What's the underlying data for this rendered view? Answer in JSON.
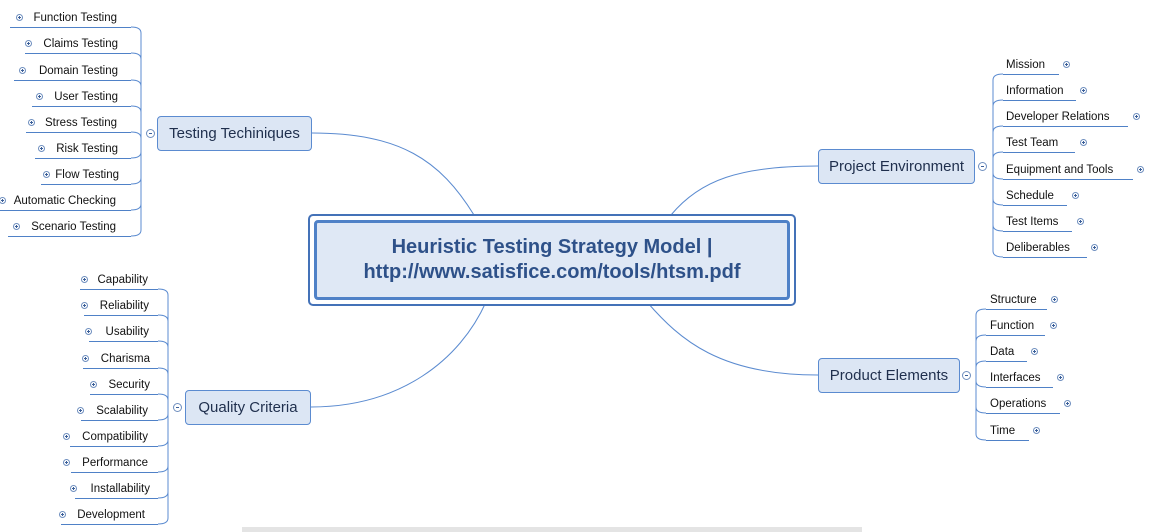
{
  "central_topic": "Heuristic Testing Strategy Model | http://www.satisfice.com/tools/htsm.pdf",
  "branches": {
    "testing_techniques": {
      "label": "Testing Techiniques",
      "items": [
        "Function Testing",
        "Claims Testing",
        "Domain Testing",
        "User Testing",
        "Stress Testing",
        "Risk Testing",
        "Flow Testing",
        "Automatic Checking",
        "Scenario Testing"
      ]
    },
    "quality_criteria": {
      "label": "Quality Criteria",
      "items": [
        "Capability",
        "Reliability",
        "Usability",
        "Charisma",
        "Security",
        "Scalability",
        "Compatibility",
        "Performance",
        "Installability",
        "Development"
      ]
    },
    "project_environment": {
      "label": "Project Environment",
      "items": [
        "Mission",
        "Information",
        "Developer Relations",
        "Test Team",
        "Equipment and Tools",
        "Schedule",
        "Test Items",
        "Deliberables"
      ]
    },
    "product_elements": {
      "label": "Product Elements",
      "items": [
        "Structure",
        "Function",
        "Data",
        "Interfaces",
        "Operations",
        "Time"
      ]
    }
  },
  "colors": {
    "line": "#5b8bd0",
    "topic_fill": "#dce6f4",
    "central_text": "#2e5189"
  },
  "icons": {
    "expand": "plus-circle-icon",
    "collapse": "minus-circle-icon"
  }
}
